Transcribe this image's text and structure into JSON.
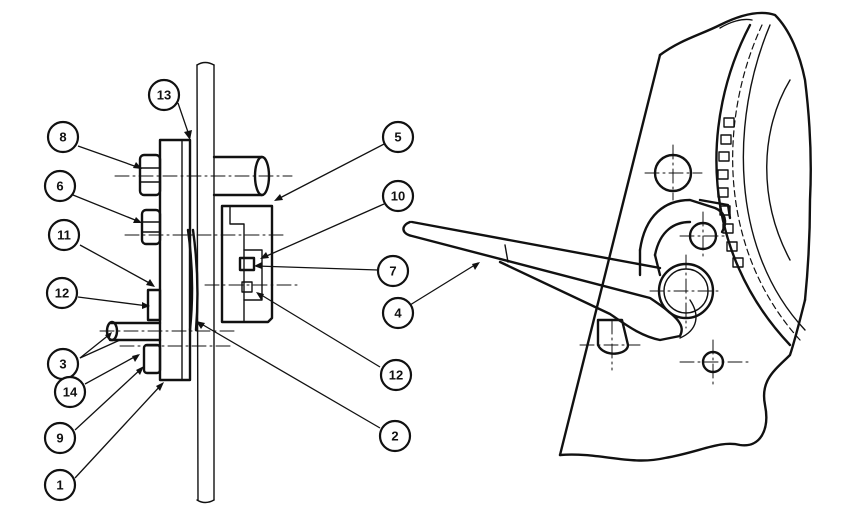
{
  "callouts": [
    {
      "id": "c13",
      "label": "13"
    },
    {
      "id": "c8",
      "label": "8"
    },
    {
      "id": "c6",
      "label": "6"
    },
    {
      "id": "c11",
      "label": "11"
    },
    {
      "id": "c12a",
      "label": "12"
    },
    {
      "id": "c3",
      "label": "3"
    },
    {
      "id": "c14",
      "label": "14"
    },
    {
      "id": "c9",
      "label": "9"
    },
    {
      "id": "c1",
      "label": "1"
    },
    {
      "id": "c5",
      "label": "5"
    },
    {
      "id": "c10",
      "label": "10"
    },
    {
      "id": "c7",
      "label": "7"
    },
    {
      "id": "c4",
      "label": "4"
    },
    {
      "id": "c12b",
      "label": "12"
    },
    {
      "id": "c2",
      "label": "2"
    }
  ]
}
